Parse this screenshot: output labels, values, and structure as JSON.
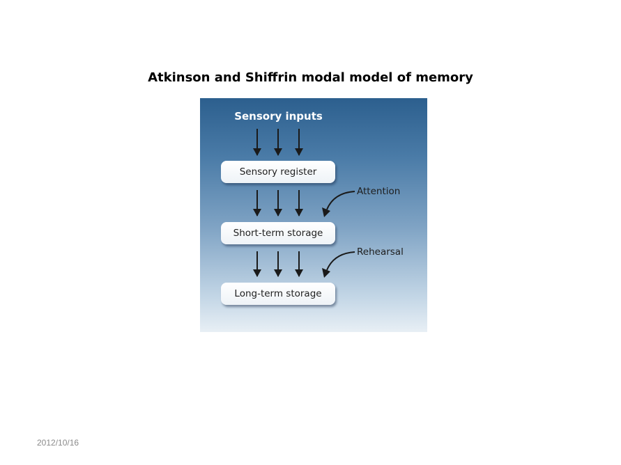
{
  "slide": {
    "title": "Atkinson and Shiffrin modal model of memory",
    "date": "2012/10/16"
  },
  "diagram": {
    "input_label": "Sensory inputs",
    "stages": [
      {
        "label": "Sensory register"
      },
      {
        "label": "Short-term storage"
      },
      {
        "label": "Long-term storage"
      }
    ],
    "processes": [
      {
        "label": "Attention"
      },
      {
        "label": "Rehearsal"
      }
    ]
  },
  "colors": {
    "panel_top": "#2c5f8e",
    "panel_bottom": "#e8eff5",
    "arrow": "#1a1a1a",
    "box_fill": "#ffffff",
    "input_text": "#ffffff"
  }
}
